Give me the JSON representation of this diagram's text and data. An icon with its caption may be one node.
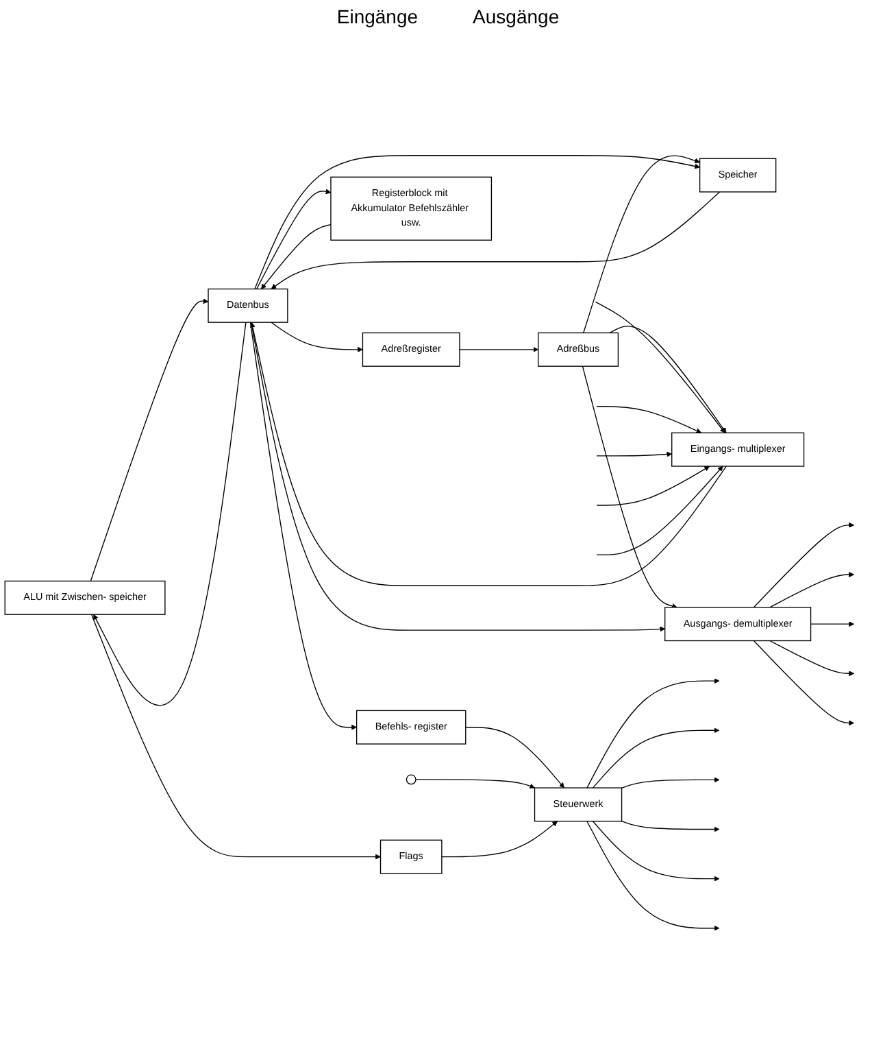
{
  "diagram": {
    "nodes": [
      {
        "text": [
          "ALU mit Zwischen- speicher"
        ]
      },
      {
        "text": [
          "Befehls- register"
        ]
      },
      {
        "text": [
          "Registerblock mit Akkumulator Befehlszähler usw."
        ]
      },
      {
        "text": [
          "Steuerwerk"
        ]
      },
      {
        "text": [],
        "shape": "circle"
      },
      {
        "text": [
          "Flags"
        ]
      },
      {
        "text": [
          "Adreßregister"
        ]
      },
      {
        "text": [
          "Datenbus"
        ]
      },
      {
        "text": [
          "Adreßbus"
        ]
      },
      {
        "text": [
          "Speicher"
        ]
      },
      {
        "text": [
          "Eingangs- multiplexer"
        ]
      },
      {
        "text": [
          "Ausgangs- demultiplexer"
        ]
      }
    ],
    "edges": [
      {
        "from": 7,
        "to": 0,
        "arrow": "to"
      },
      {
        "from": 0,
        "to": 7,
        "arrow": "to"
      },
      {
        "from": 7,
        "to": 1,
        "arrow": "to"
      },
      {
        "from": 1,
        "to": 3,
        "arrow": "to"
      },
      {
        "from": 7,
        "to": 2,
        "arrow": "to"
      },
      {
        "from": 2,
        "to": 7,
        "arrow": "to"
      },
      {
        "from": 4,
        "to": 3,
        "arrow": "to"
      },
      {
        "from": 5,
        "to": 3,
        "arrow": "to"
      },
      {
        "from": 0,
        "to": 5,
        "arrow": "to"
      },
      {
        "from": 3,
        "to": null,
        "arrow": "to"
      },
      {
        "from": 3,
        "to": null,
        "arrow": "to"
      },
      {
        "from": 3,
        "to": null,
        "arrow": "to"
      },
      {
        "from": 3,
        "to": null,
        "arrow": "to"
      },
      {
        "from": 3,
        "to": null,
        "arrow": "to"
      },
      {
        "from": 3,
        "to": null,
        "arrow": "to"
      },
      {
        "from": 7,
        "to": 6,
        "arrow": "to"
      },
      {
        "from": 6,
        "to": 8,
        "arrow": "to"
      },
      {
        "from": 8,
        "to": 9,
        "arrow": "to"
      },
      {
        "from": 7,
        "to": 9,
        "arrow": "to"
      },
      {
        "from": 9,
        "to": 7,
        "arrow": "to"
      },
      {
        "from": 8,
        "to": 10,
        "arrow": "to"
      },
      {
        "from": 8,
        "to": 11,
        "arrow": "to"
      },
      {
        "from": 10,
        "to": 7,
        "arrow": "to"
      },
      {
        "from": 7,
        "to": 11,
        "arrow": "to"
      },
      {
        "from": null,
        "to": 10,
        "arrow": "to"
      },
      {
        "from": null,
        "to": 10,
        "arrow": "to"
      },
      {
        "from": null,
        "to": 10,
        "arrow": "to"
      },
      {
        "from": null,
        "to": 10,
        "arrow": "to"
      },
      {
        "from": null,
        "to": 10,
        "arrow": "to"
      },
      {
        "from": 11,
        "to": null,
        "arrow": "to"
      },
      {
        "from": 11,
        "to": null,
        "arrow": "to"
      },
      {
        "from": 11,
        "to": null,
        "arrow": "to"
      },
      {
        "from": 11,
        "to": null,
        "arrow": "to"
      },
      {
        "from": 11,
        "to": null,
        "arrow": "to"
      }
    ],
    "labels": [
      "Eingänge",
      "Ausgänge"
    ]
  }
}
